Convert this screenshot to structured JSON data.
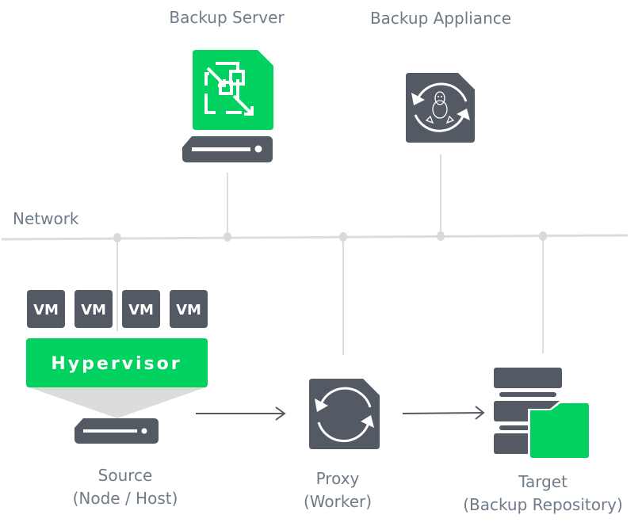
{
  "title": "Backup architecture diagram",
  "colors": {
    "accent_green": "#00d15f",
    "dark_gray": "#545a63",
    "line_gray": "#d9d9d9",
    "text_gray": "#6f7b88"
  },
  "labels": {
    "backup_server": "Backup Server",
    "backup_appliance": "Backup Appliance",
    "network": "Network",
    "hypervisor": "Hypervisor",
    "source_line1": "Source",
    "source_line2": "(Node / Host)",
    "proxy_line1": "Proxy",
    "proxy_line2": "(Worker)",
    "target_line1": "Target",
    "target_line2": "(Backup Repository)"
  },
  "vms": [
    "VM",
    "VM",
    "VM",
    "VM"
  ],
  "icons": {
    "backup_server": "backup-server-icon",
    "appliance": "linux-appliance-icon",
    "proxy": "proxy-sync-icon",
    "repository": "repository-folder-icon",
    "source_host": "host-server-icon"
  },
  "flows": [
    {
      "from": "Source",
      "to": "Proxy"
    },
    {
      "from": "Proxy",
      "to": "Target"
    }
  ]
}
